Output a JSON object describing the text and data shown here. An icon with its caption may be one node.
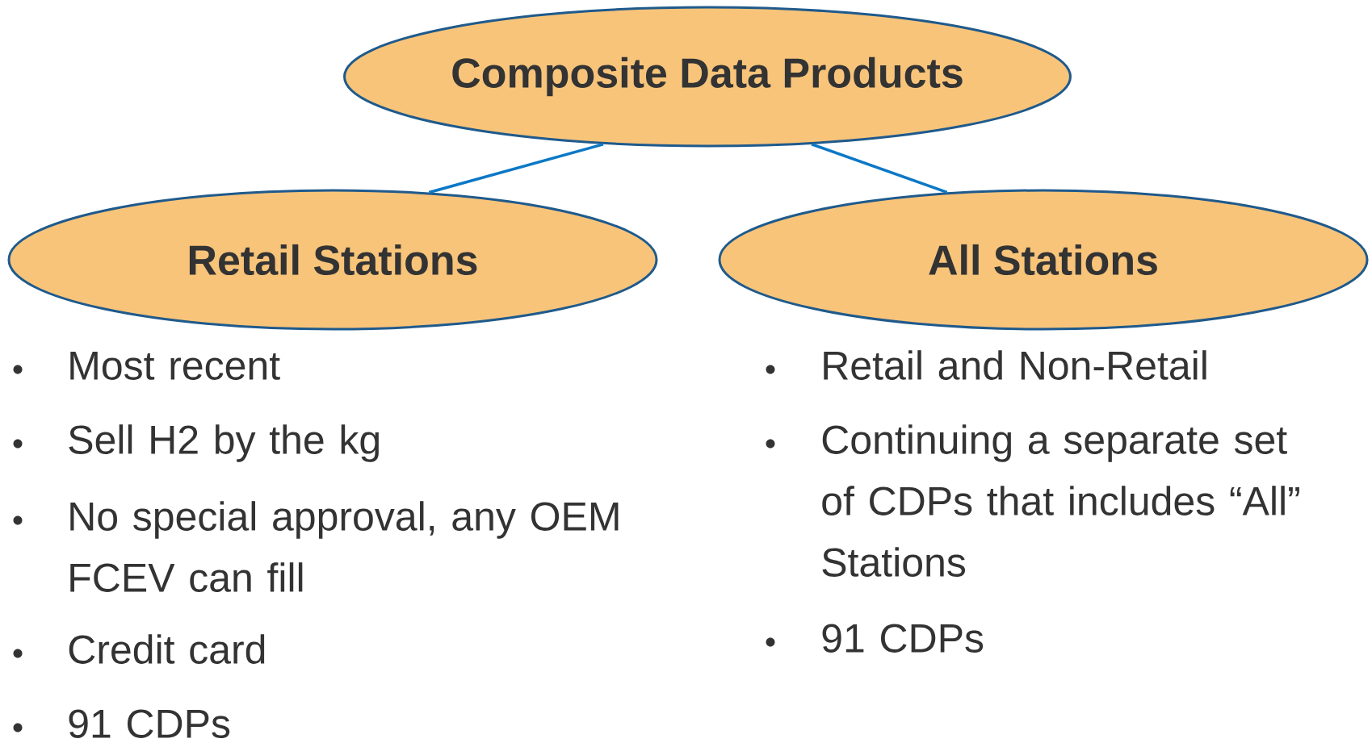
{
  "diagram": {
    "nodes": [
      {
        "text": [
          "Composite Data Products"
        ]
      },
      {
        "text": [
          "Retail Stations"
        ]
      },
      {
        "text": [
          "All Stations"
        ]
      }
    ],
    "edges": [
      {
        "from": 0,
        "to": 1,
        "arrow": "none"
      },
      {
        "from": 0,
        "to": 2,
        "arrow": "none"
      }
    ],
    "labels": [
      "Most recent",
      "Sell H2 by the kg",
      "No special approval, any OEM FCEV can fill",
      "Credit card",
      "91 CDPs",
      "Retail and Non-Retail",
      "Continuing a separate set of CDPs that includes “All” Stations",
      "91 CDPs"
    ]
  }
}
